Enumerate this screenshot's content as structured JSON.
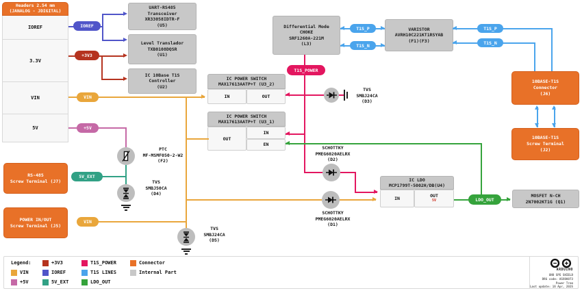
{
  "colors": {
    "p3v3": "#b5331f",
    "vin": "#e9a63b",
    "p5v": "#c569a6",
    "ioref": "#5055c9",
    "v5ext": "#31a185",
    "t1s_power": "#e3165f",
    "t1s_lines": "#4aa4ec",
    "ldo_out": "#35a33c",
    "connector": "#e87128",
    "internal_part": "#c8c8c8"
  },
  "headers_box": {
    "title": "Headers 2.54 mm\n(JANALOG - JDIGITAL)",
    "rows": [
      "IOREF",
      "3.3V",
      "VIN",
      "5V"
    ]
  },
  "parts": {
    "u5": "UART-RS485\nTransceiver\nXR33058IDTR-F\n(U5)",
    "u1": "Level Translador\nTXB0108DQSR\n(U1)",
    "u2": "IC 10Base T1S\nController\n(U2)",
    "l3": "Differential Mode\nCHOKE\nSRF1260A-221M\n(L3)",
    "f1f3": "VARISTOR\nAVRH10C221KT1RSYAB\n(F1)(F3)",
    "u3_2": "IC POWER SWITCH\nMAX17613AATP+T (U3_2)",
    "u3_1": "IC POWER SWITCH\nMAX17613AATP+T (U3_1)",
    "u4": "IC LDO\nMCP1799T-5002H/DB(U4)",
    "q1": "MOSFET N-CH\n2N7002KT1G (Q1)"
  },
  "pins": {
    "in": "IN",
    "out": "OUT",
    "en": "EN",
    "out_voltage": "5V"
  },
  "connectors": {
    "j7": "RS-485\nScrew Terminal (J7)",
    "j5": "POWER IN/OUT\nScrew Terminal (J5)",
    "j6": "10BASE-T1S\nConnector\n(J6)",
    "j2": "10BASE-T1S\nScrew Terminal\n(J2)"
  },
  "discretes": {
    "f2": "PTC\nMF-MSMF050-2-W2\n(F2)",
    "d4": "TVS\nSMBJ50CA\n(D4)",
    "d5": "TVS\nSMBJ24CA\n(D5)",
    "d3": "TVS\nSMBJ24CA\n(D3)",
    "d2": "SCHOTTKY\nPMEG6020AELRX\n(D2)",
    "d1": "SCHOTTKY\nPMEG6020AELRX\n(D1)"
  },
  "nets": {
    "ioref": "IOREF",
    "p3v3": "+3V3",
    "vin": "VIN",
    "p5v": "+5V",
    "v5ext": "5V_EXT",
    "t1s_power": "T1S_POWER",
    "t1s_p": "T1S_P",
    "t1s_n": "T1S_N",
    "ldo_out": "LDO_OUT"
  },
  "legend": {
    "title": "Legend:",
    "items": [
      {
        "label": "+3V3",
        "color": "#b5331f"
      },
      {
        "label": "T1S_POWER",
        "color": "#e3165f"
      },
      {
        "label": "Connector",
        "color": "#e87128"
      },
      {
        "label": "VIN",
        "color": "#e9a63b"
      },
      {
        "label": "IOREF",
        "color": "#5055c9"
      },
      {
        "label": "T1S LINES",
        "color": "#4aa4ec"
      },
      {
        "label": "Internal Part",
        "color": "#c8c8c8"
      },
      {
        "label": "+5V",
        "color": "#c569a6"
      },
      {
        "label": "5V_EXT",
        "color": "#31a185"
      },
      {
        "label": "LDO_OUT",
        "color": "#35a33c"
      }
    ]
  },
  "title_block": {
    "brand": "ARDUINO",
    "product": "UNO SPE SHIELD",
    "drg_code": "DRG code: ASX00073",
    "doc_type": "Power Tree",
    "last_update": "Last update: 16 Apr, 2025"
  }
}
